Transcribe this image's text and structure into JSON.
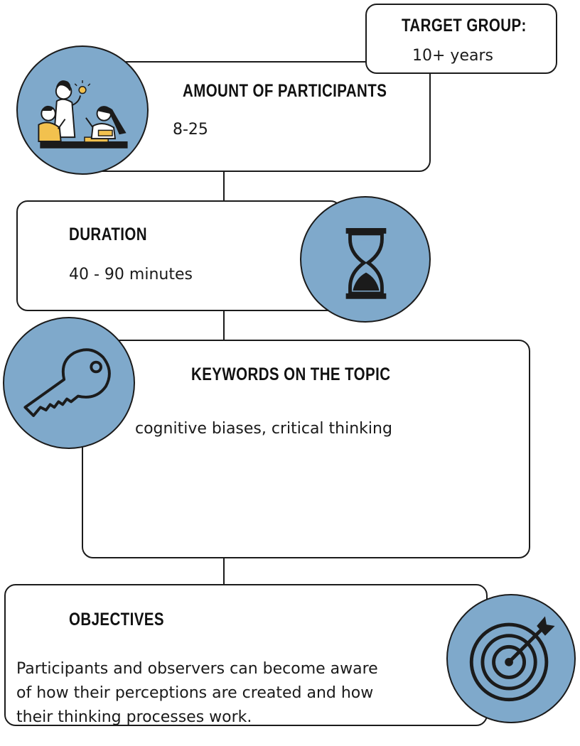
{
  "target_group": {
    "heading": "TARGET GROUP:",
    "value": "10+ years"
  },
  "participants": {
    "heading": "AMOUNT OF PARTICIPANTS",
    "value": "8-25",
    "illustration": "people-discussing-illustration"
  },
  "duration": {
    "heading": "DURATION",
    "value": "40 - 90 minutes",
    "icon": "hourglass-icon"
  },
  "keywords": {
    "heading": "KEYWORDS ON THE TOPIC",
    "value": "cognitive biases, critical thinking",
    "icon": "key-icon"
  },
  "objectives": {
    "heading": "OBJECTIVES",
    "lines": [
      "Participants and observers can become aware",
      "of how their perceptions are created and how",
      "their thinking processes work."
    ],
    "icon": "target-icon"
  },
  "colors": {
    "circle_fill": "#7fa9cb",
    "border": "#1b1b1b",
    "accent_yellow": "#f2c14e"
  }
}
